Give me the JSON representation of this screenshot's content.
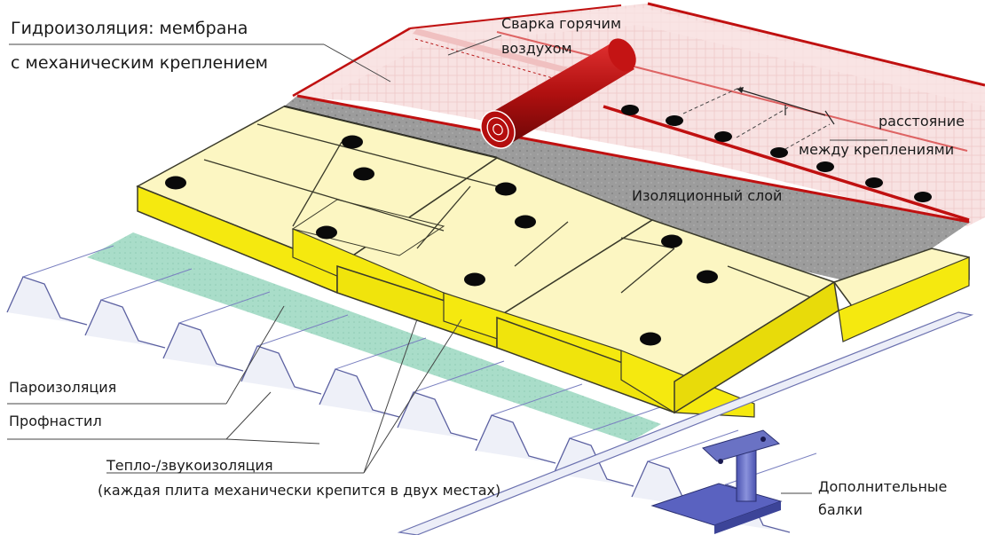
{
  "labels": {
    "membrane_line1": "Гидроизоляция: мембрана",
    "membrane_line2": "с механическим креплением",
    "welding_line1": "Сварка горячим",
    "welding_line2": "воздухом",
    "distance_line1": "расстояние",
    "distance_line2": "между креплениями",
    "insulation_layer": "Изоляционный слой",
    "vapor_barrier": "Пароизоляция",
    "profiled_sheet": "Профнастил",
    "thermal_line1": "Тепло-/звукоизоляция",
    "thermal_line2": "(каждая плита механически крепится в двух местах)",
    "beams_line1": "Дополнительные",
    "beams_line2": "балки"
  },
  "colors": {
    "insulation_top": "#fcf6c2",
    "insulation_side": "#f5e90f",
    "vapor_barrier": "#a8dcc8",
    "deck_stroke": "#5a5fa0",
    "deck_fill": "#eef0f8",
    "insulation_layer": "#9a9a9a",
    "membrane": "#f6dada",
    "membrane_edge": "#c01010",
    "roll": "#b81010",
    "fastener": "#0a0a0a",
    "beam": "#6a72c4"
  }
}
